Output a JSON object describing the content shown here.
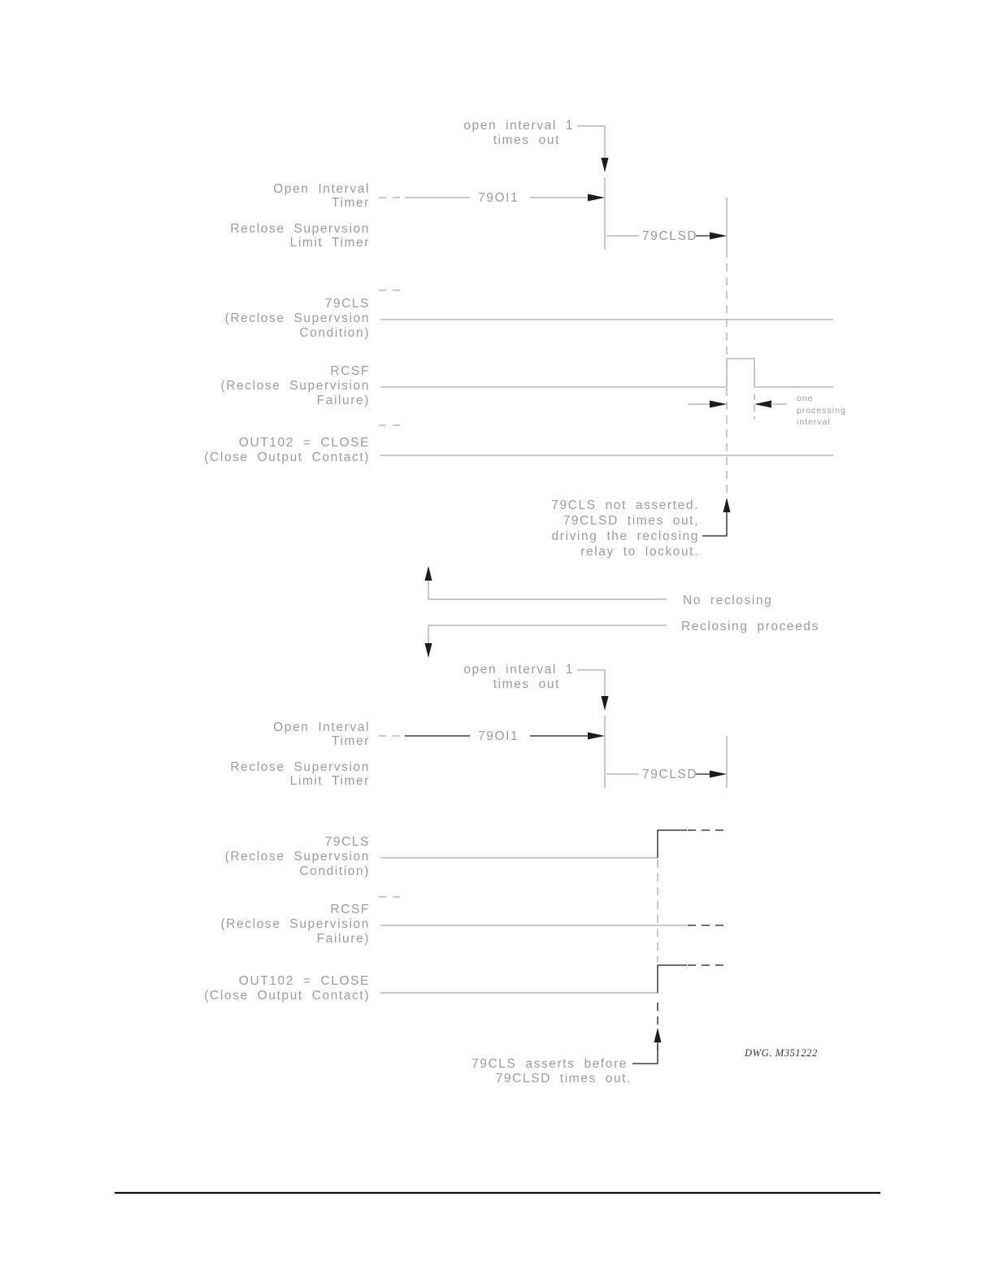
{
  "colors": {
    "diagram_line_gray": "#ababab",
    "label_text_gray": "#9c9c9c",
    "ink_black": "#1c1c1c"
  },
  "top": {
    "open_interval_note": [
      "open interval 1",
      "times out"
    ],
    "open_interval_timer": [
      "Open Interval",
      "Timer"
    ],
    "oi_timer_tag": "79OI1",
    "limit_timer": [
      "Reclose Supervsion",
      "Limit Timer"
    ],
    "clsd_tag": "79CLSD",
    "cls": [
      "79CLS",
      "(Reclose Supervsion",
      "Condition)"
    ],
    "rcsf": [
      "RCSF",
      "(Reclose Supervision",
      "Failure)"
    ],
    "processing": [
      "one",
      "processing",
      "interval"
    ],
    "out102": [
      "OUT102 = CLOSE",
      "(Close Output Contact)"
    ],
    "lockout_note": [
      "79CLS not asserted.",
      "79CLSD times out,",
      "driving the reclosing",
      "relay to lockout."
    ]
  },
  "middle": {
    "no_reclosing": "No reclosing",
    "reclosing_proceeds": "Reclosing proceeds"
  },
  "bottom": {
    "open_interval_note": [
      "open interval 1",
      "times out"
    ],
    "open_interval_timer": [
      "Open Interval",
      "Timer"
    ],
    "oi_timer_tag": "79OI1",
    "limit_timer": [
      "Reclose Supervsion",
      "Limit Timer"
    ],
    "clsd_tag": "79CLSD",
    "cls": [
      "79CLS",
      "(Reclose Supervsion",
      "Condition)"
    ],
    "rcsf": [
      "RCSF",
      "(Reclose Supervision",
      "Failure)"
    ],
    "out102": [
      "OUT102 = CLOSE",
      "(Close Output Contact)"
    ],
    "assert_note": [
      "79CLS asserts before",
      "79CLSD times out."
    ]
  },
  "footer": {
    "dwg_ref": "DWG. M351222"
  }
}
